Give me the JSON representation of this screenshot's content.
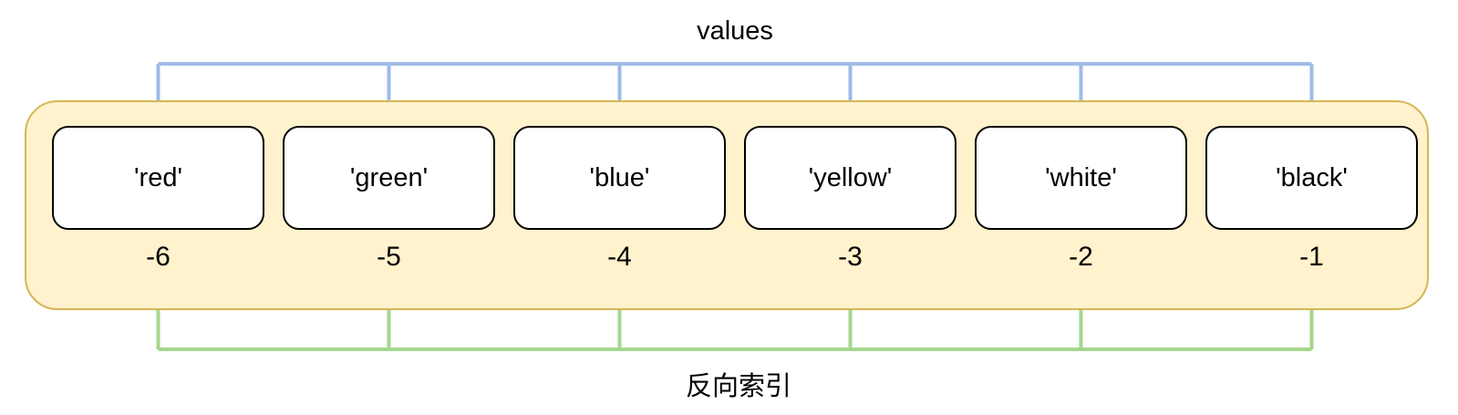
{
  "diagram": {
    "top_label": "values",
    "bottom_label": "反向索引",
    "items": [
      {
        "value": "'red'",
        "index": "-6"
      },
      {
        "value": "'green'",
        "index": "-5"
      },
      {
        "value": "'blue'",
        "index": "-4"
      },
      {
        "value": "'yellow'",
        "index": "-3"
      },
      {
        "value": "'white'",
        "index": "-2"
      },
      {
        "value": "'black'",
        "index": "-1"
      }
    ],
    "colors": {
      "container_fill": "#FFF2CC",
      "container_border": "#D6B656",
      "box_fill": "#FFFFFF",
      "box_border": "#000000",
      "values_arrow": "#9EBCE6",
      "values_arrow_head": "#88A7D9",
      "index_arrow": "#A6D68E",
      "index_arrow_head": "#92CB76",
      "text": "#000000"
    }
  }
}
